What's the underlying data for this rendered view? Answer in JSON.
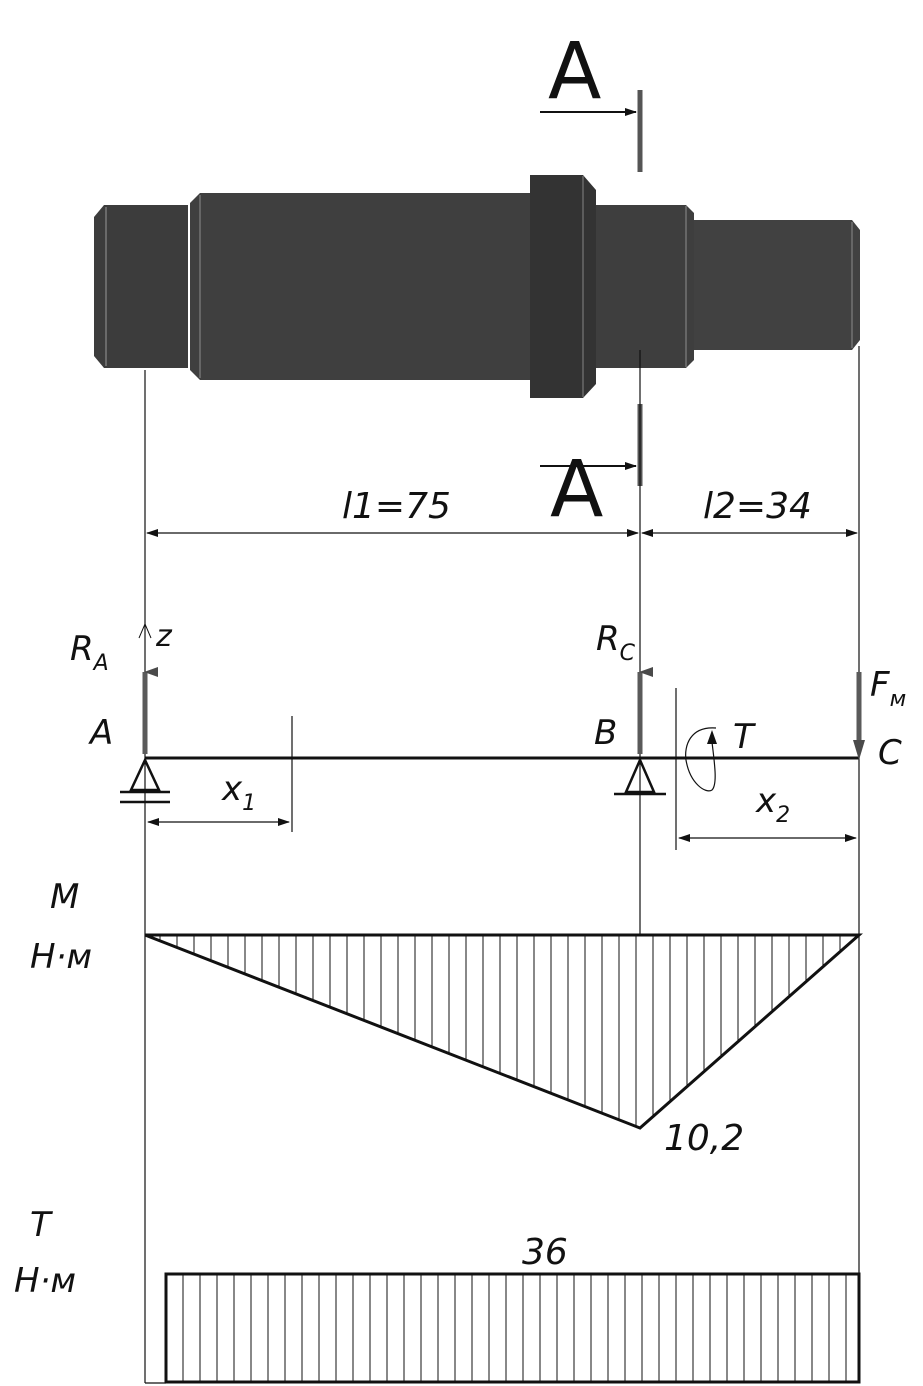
{
  "section": {
    "label_top": "A",
    "label_bottom": "A"
  },
  "dimensions": {
    "l1": "l1=75",
    "l2": "l2=34"
  },
  "scheme": {
    "axis_z": "z",
    "RA": {
      "main": "R",
      "sub": "A"
    },
    "RC": {
      "main": "R",
      "sub": "C"
    },
    "FM": {
      "main": "F",
      "sub": "м"
    },
    "point_A": "A",
    "point_B": "B",
    "point_C": "C",
    "torque_T": "T",
    "x1": {
      "main": "x",
      "sub": "1"
    },
    "x2": {
      "main": "x",
      "sub": "2"
    }
  },
  "moment_diagram": {
    "title": "M",
    "unit": "Н·м",
    "peak_value": "10,2"
  },
  "torque_diagram": {
    "title": "T",
    "unit": "Н·м",
    "value": "36"
  },
  "colors": {
    "shaft": "#3f3f3f",
    "shaft_dark": "#2b2b2b",
    "line": "#111111",
    "grey_arrow": "#5a5a5a"
  }
}
